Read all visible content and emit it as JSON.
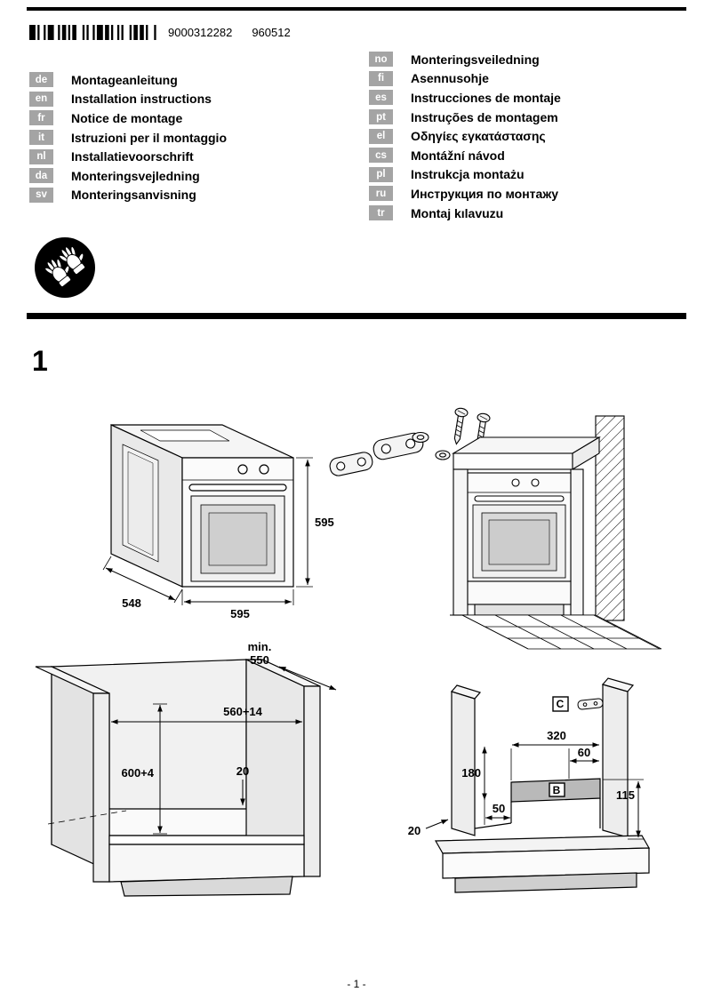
{
  "header": {
    "barcode_number": "9000312282",
    "print_code": "960512"
  },
  "languages_left": [
    {
      "code": "de",
      "title": "Montageanleitung"
    },
    {
      "code": "en",
      "title": "Installation instructions"
    },
    {
      "code": "fr",
      "title": "Notice de montage"
    },
    {
      "code": "it",
      "title": "Istruzioni per il montaggio"
    },
    {
      "code": "nl",
      "title": "Installatievoorschrift"
    },
    {
      "code": "da",
      "title": "Monteringsvejledning"
    },
    {
      "code": "sv",
      "title": "Monteringsanvisning"
    }
  ],
  "languages_right": [
    {
      "code": "no",
      "title": "Monteringsveiledning"
    },
    {
      "code": "fi",
      "title": "Asennusohje"
    },
    {
      "code": "es",
      "title": "Instrucciones de montaje"
    },
    {
      "code": "pt",
      "title": "Instruções de montagem"
    },
    {
      "code": "el",
      "title": "Οδηγίες εγκατάστασης"
    },
    {
      "code": "cs",
      "title": "Montážní návod"
    },
    {
      "code": "pl",
      "title": "Instrukcja montażu"
    },
    {
      "code": "ru",
      "title": "Инструкция по монтажу"
    },
    {
      "code": "tr",
      "title": "Montaj kılavuzu"
    }
  ],
  "figure": {
    "number": "1"
  },
  "diagram": {
    "oven": {
      "height_mm": "595",
      "depth_mm": "548",
      "width_mm": "595"
    },
    "cabinet": {
      "min_label": "min.",
      "min_depth": "550",
      "niche_width": "560+14",
      "niche_height": "600+4",
      "rear_gap": "20"
    },
    "rear": {
      "label_c": "C",
      "dim_320": "320",
      "dim_60": "60",
      "dim_180": "180",
      "label_b": "B",
      "dim_115": "115",
      "dim_50": "50",
      "dim_20": "20"
    }
  },
  "footer": {
    "page_number": "- 1 -"
  }
}
